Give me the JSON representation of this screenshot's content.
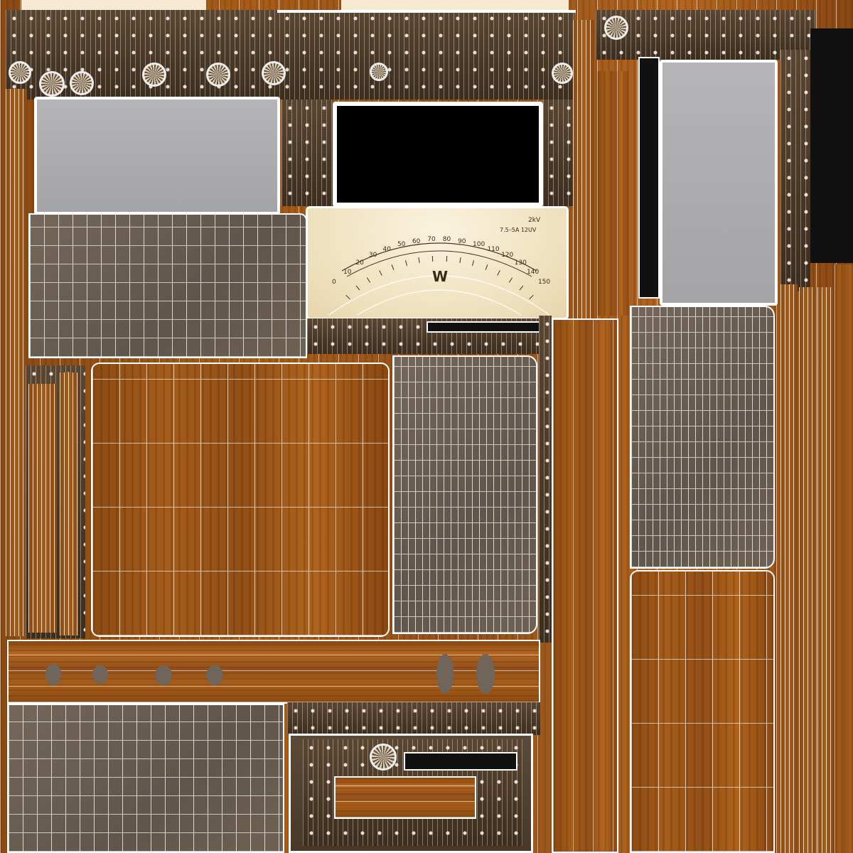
{
  "meter": {
    "symbol": "W",
    "spec_line1": "2kV",
    "spec_line2": "7.5–5A  12UV",
    "scale_labels": [
      "0",
      "10",
      "20",
      "30",
      "40",
      "50",
      "60",
      "70",
      "80",
      "90",
      "100",
      "110",
      "120",
      "130",
      "140",
      "150"
    ]
  },
  "colors": {
    "wood": "#a85d18",
    "mesh": "#6a5e52",
    "screen_gray": "#aeaeb0",
    "screen_black": "#000000",
    "dial_face": "#f3e6c8",
    "background": "#2a1a0c"
  }
}
